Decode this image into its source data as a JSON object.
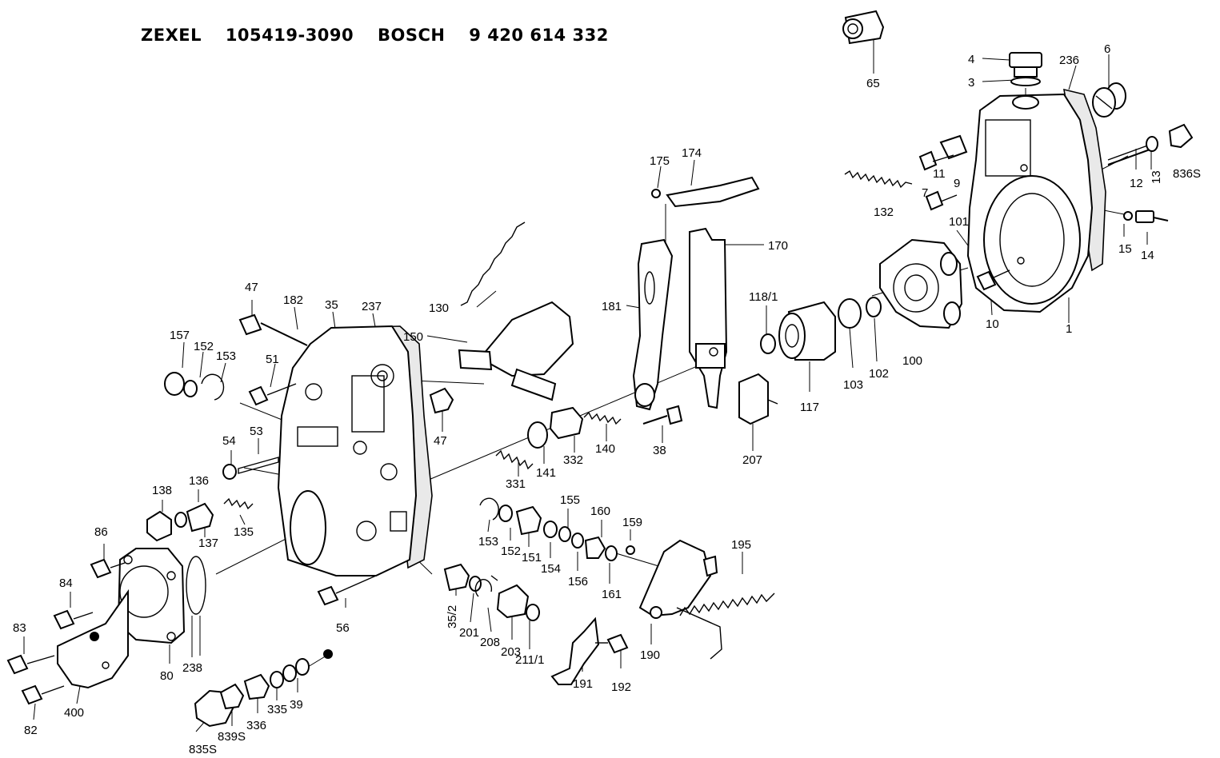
{
  "header": {
    "brand1": "ZEXEL",
    "code1": "105419-3090",
    "brand2": "BOSCH",
    "code2": "9 420 614 332"
  },
  "labels": {
    "l65": "65",
    "l4": "4",
    "l3": "3",
    "l236": "236",
    "l6": "6",
    "l836S_top": "836S",
    "l13": "13",
    "l12": "12",
    "l9": "9",
    "l11": "11",
    "l7": "7",
    "l132": "132",
    "l101": "101",
    "l15": "15",
    "l14": "14",
    "l10": "10",
    "l1": "1",
    "l175": "175",
    "l174": "174",
    "l170": "170",
    "l181": "181",
    "l118_1": "118/1",
    "l130": "130",
    "l150": "150",
    "l117": "117",
    "l103": "103",
    "l102": "102",
    "l100": "100",
    "l47a": "47",
    "l182": "182",
    "l35": "35",
    "l237": "237",
    "l157": "157",
    "l152a": "152",
    "l153a": "153",
    "l51": "51",
    "l47b": "47",
    "l38": "38",
    "l207": "207",
    "l140": "140",
    "l332": "332",
    "l141": "141",
    "l331": "331",
    "l54": "54",
    "l53": "53",
    "l138": "138",
    "l136": "136",
    "l137": "137",
    "l135": "135",
    "l155": "155",
    "l160": "160",
    "l159": "159",
    "l153b": "153",
    "l152b": "152",
    "l151": "151",
    "l154": "154",
    "l156": "156",
    "l161": "161",
    "l195": "195",
    "l86": "86",
    "l84": "84",
    "l83": "83",
    "l82": "82",
    "l400": "400",
    "l80": "80",
    "l238": "238",
    "l56": "56",
    "l35_2": "35/2",
    "l201": "201",
    "l208": "208",
    "l203": "203",
    "l211_1": "211/1",
    "l191": "191",
    "l192": "192",
    "l190": "190",
    "l336": "336",
    "l335": "335",
    "l39": "39",
    "l839S": "839S",
    "l835S": "835S"
  }
}
